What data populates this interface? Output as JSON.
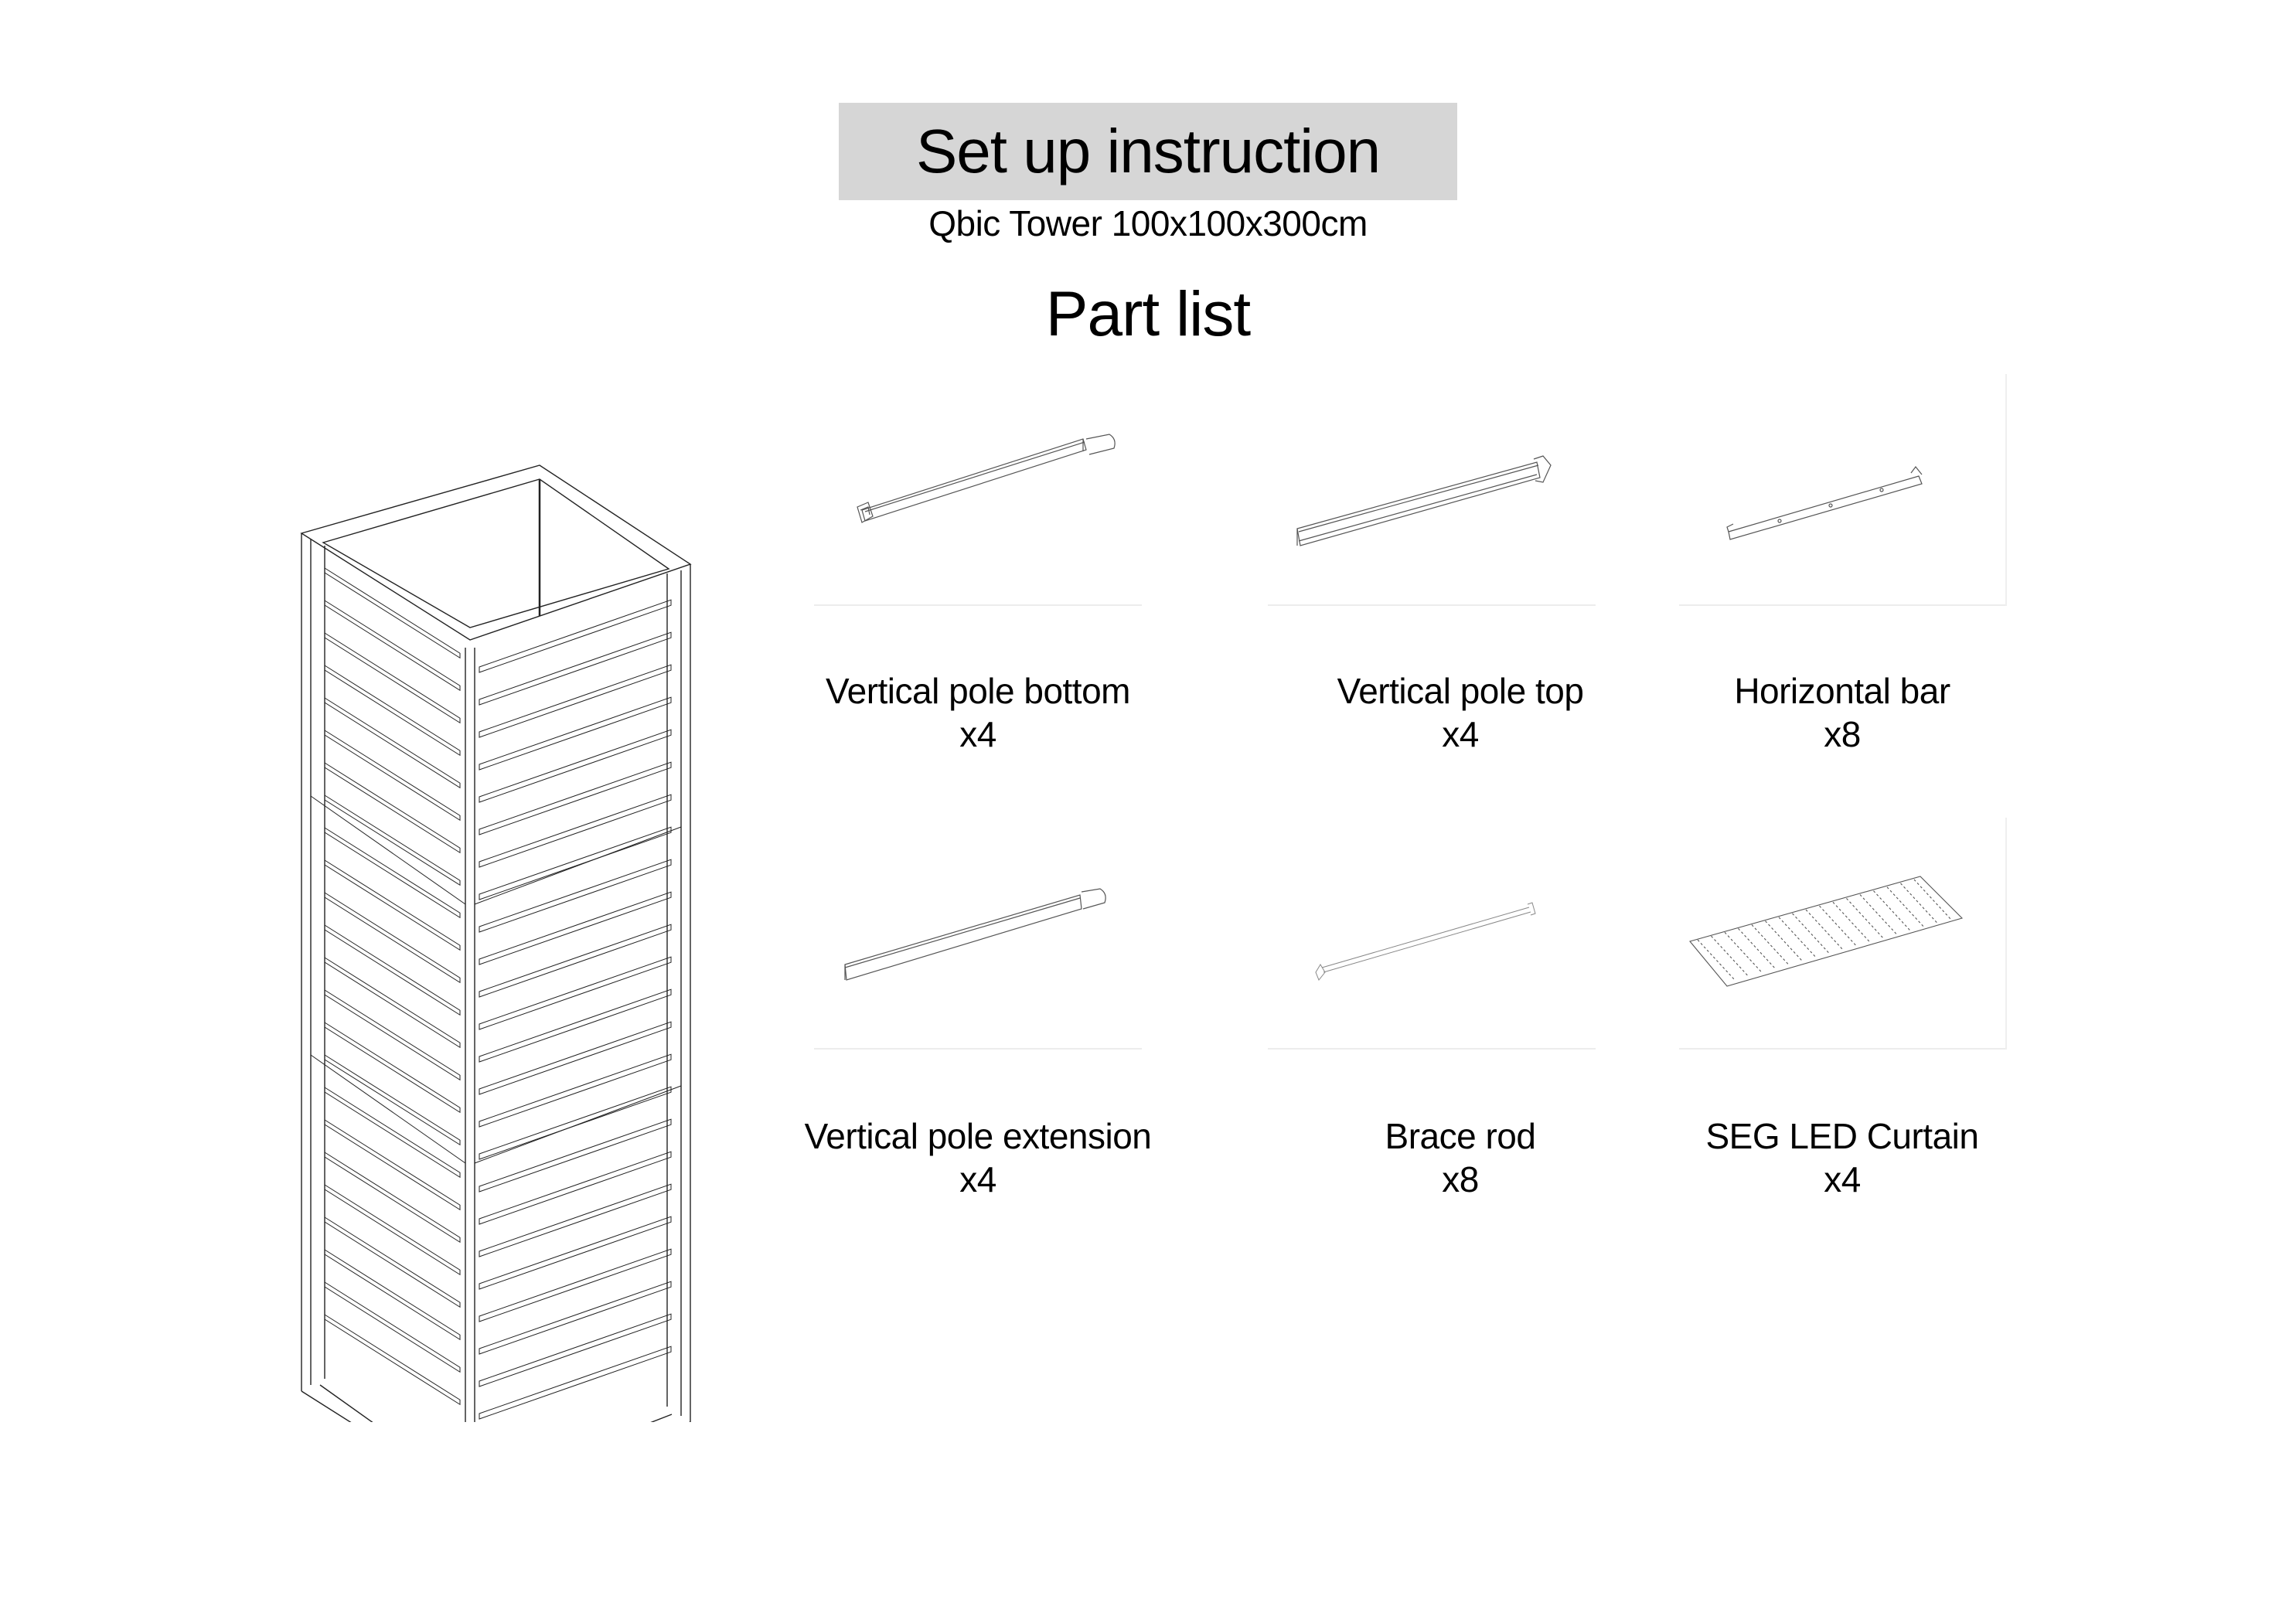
{
  "header": {
    "title": "Set up instruction",
    "subtitle": "Qbic Tower 100x100x300cm",
    "section_title": "Part list",
    "title_bg": "#d6d6d6"
  },
  "assembled_view": {
    "name": "Assembled Qbic Tower",
    "icon": "tower-assembly-drawing"
  },
  "parts": [
    {
      "name": "Vertical pole bottom",
      "qty": "x4",
      "icon": "vertical-pole-bottom-drawing"
    },
    {
      "name": "Vertical pole top",
      "qty": "x4",
      "icon": "vertical-pole-top-drawing"
    },
    {
      "name": "Horizontal bar",
      "qty": "x8",
      "icon": "horizontal-bar-drawing"
    },
    {
      "name": "Vertical pole extension",
      "qty": "x4",
      "icon": "vertical-pole-extension-drawing"
    },
    {
      "name": "Brace rod",
      "qty": "x8",
      "icon": "brace-rod-drawing"
    },
    {
      "name": "SEG LED Curtain",
      "qty": "x4",
      "icon": "led-curtain-drawing"
    }
  ]
}
